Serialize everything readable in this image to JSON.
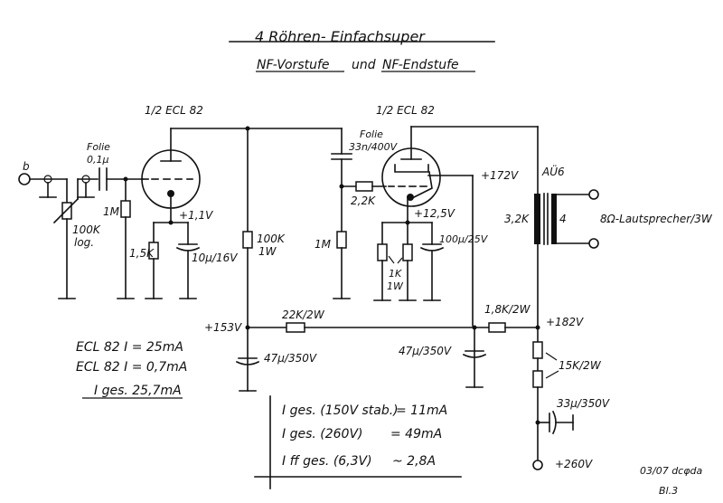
{
  "header": {
    "title": "4 Röhren- Einfachsuper",
    "subtitle_part1": "NF-Vorstufe",
    "subtitle_and": "und",
    "subtitle_part2": "NF-Endstufe"
  },
  "tubes": {
    "preamp": {
      "label": "1/2 ECL 82",
      "cathode_voltage": "+1,1V"
    },
    "output": {
      "label": "1/2 ECL 82",
      "cathode_voltage": "+12,5V",
      "screen_voltage": "+172V"
    }
  },
  "input": {
    "terminal_label": "b",
    "coupling_cap_type": "Folie",
    "coupling_cap_value": "0,1µ",
    "volume_pot": "100K",
    "volume_pot_taper": "log."
  },
  "components": {
    "grid_leak_1": "1M",
    "cathode_res_1": "1,5K",
    "cathode_cap_1": "10µ/16V",
    "plate_res_1": "100K",
    "plate_res_1_power": "1W",
    "coupling_cap_2_type": "Folie",
    "coupling_cap_2": "33n/400V",
    "grid_stopper": "2,2K",
    "grid_leak_2": "1M",
    "cathode_res_2": "1K",
    "cathode_res_2_power": "1W",
    "cathode_cap_2": "100µ/25V",
    "transformer": "AÜ6",
    "transformer_primary": "3,2K",
    "transformer_secondary": "4",
    "speaker": "8Ω-Lautsprecher/3W",
    "decoupling_res_1": "22K/2W",
    "decoupling_res_2": "1,8K/2W",
    "filter_cap_1": "47µ/350V",
    "filter_cap_2": "47µ/350V",
    "series_res": "15K/2W",
    "filter_cap_3": "33µ/350V"
  },
  "nodes": {
    "v153": "+153V",
    "v182": "+182V",
    "v260": "+260V"
  },
  "current_notes": {
    "line1": "ECL 82 I = 25mA",
    "line2": "ECL 82 I = 0,7mA",
    "total": "I ges. 25,7mA"
  },
  "totals_box": {
    "row1_label": "I ges. (150V stab.)",
    "row1_value": "= 11mA",
    "row2_label": "I ges. (260V)",
    "row2_value": "= 49mA",
    "row3_label": "I ff ges. (6,3V)",
    "row3_value": "~ 2,8A"
  },
  "footer": {
    "date_author": "03/07 dcφda",
    "sheet": "Bl.3"
  }
}
